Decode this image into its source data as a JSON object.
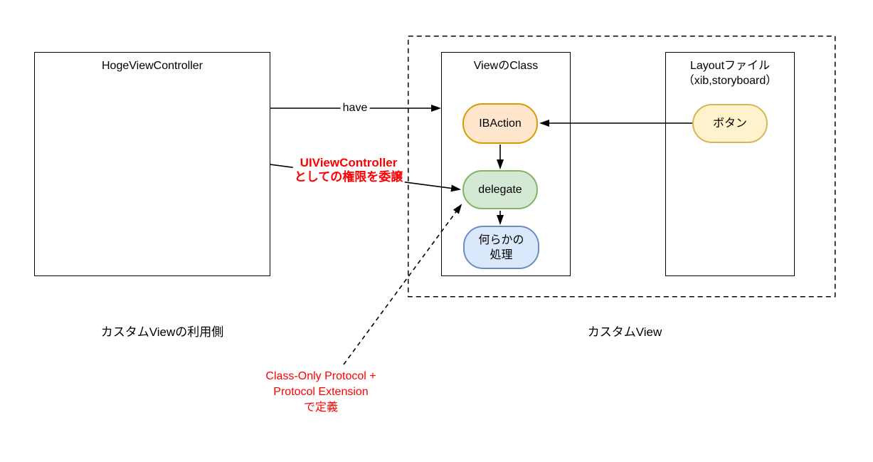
{
  "colors": {
    "line": "#000000",
    "note_red": "#ff0000",
    "ibaction_fill": "#ffe6cc",
    "ibaction_stroke": "#d79b00",
    "delegate_fill": "#d5e8d4",
    "delegate_stroke": "#82b366",
    "processing_fill": "#dae8fc",
    "processing_stroke": "#6c8ebf",
    "button_fill": "#fff2cc",
    "button_stroke": "#d6b656"
  },
  "left_side": {
    "box_title": "HogeViewController",
    "caption": "カスタムViewの利用側"
  },
  "custom_view": {
    "caption": "カスタムView",
    "view_class_box": {
      "title": "ViewのClass",
      "ibaction_label": "IBAction",
      "delegate_label": "delegate",
      "processing_label": "何らかの\n処理"
    },
    "layout_box": {
      "title": "Layoutファイル\n（xib,storyboard）",
      "button_label": "ボタン"
    }
  },
  "edges": {
    "have_label": "have",
    "delegation_note": "UIViewController\nとしての権限を委譲",
    "protocol_note": "Class-Only Protocol +\nProtocol Extension\nで定義"
  }
}
